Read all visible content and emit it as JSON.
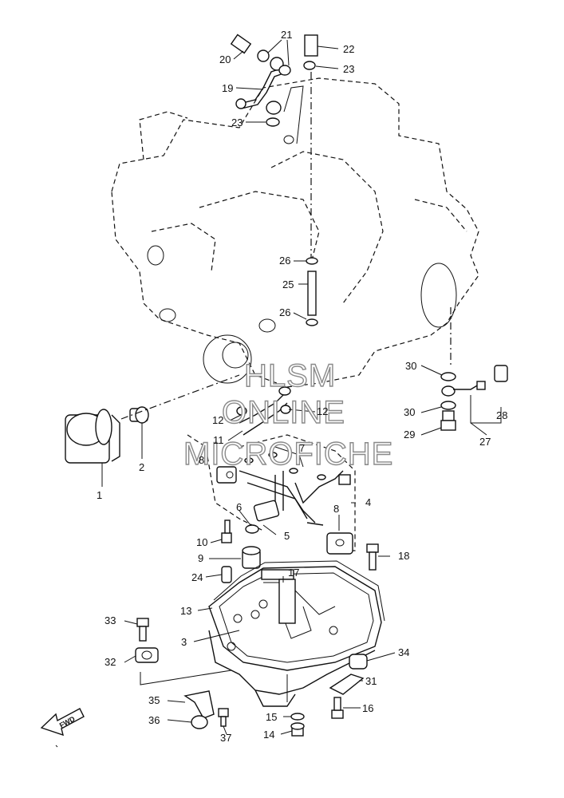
{
  "watermark": {
    "line1": "HLSM",
    "line2": "ONLINE",
    "line3": "MICROFICHE"
  },
  "direction_label": "FWD",
  "callouts": [
    "1",
    "2",
    "3",
    "4",
    "5",
    "6",
    "7",
    "8",
    "8",
    "9",
    "10",
    "11",
    "12",
    "12",
    "13",
    "14",
    "15",
    "16",
    "17",
    "18",
    "19",
    "20",
    "21",
    "22",
    "23",
    "23",
    "24",
    "25",
    "26",
    "26",
    "27",
    "28",
    "29",
    "30",
    "30",
    "31",
    "32",
    "33",
    "34",
    "35",
    "36",
    "37"
  ]
}
